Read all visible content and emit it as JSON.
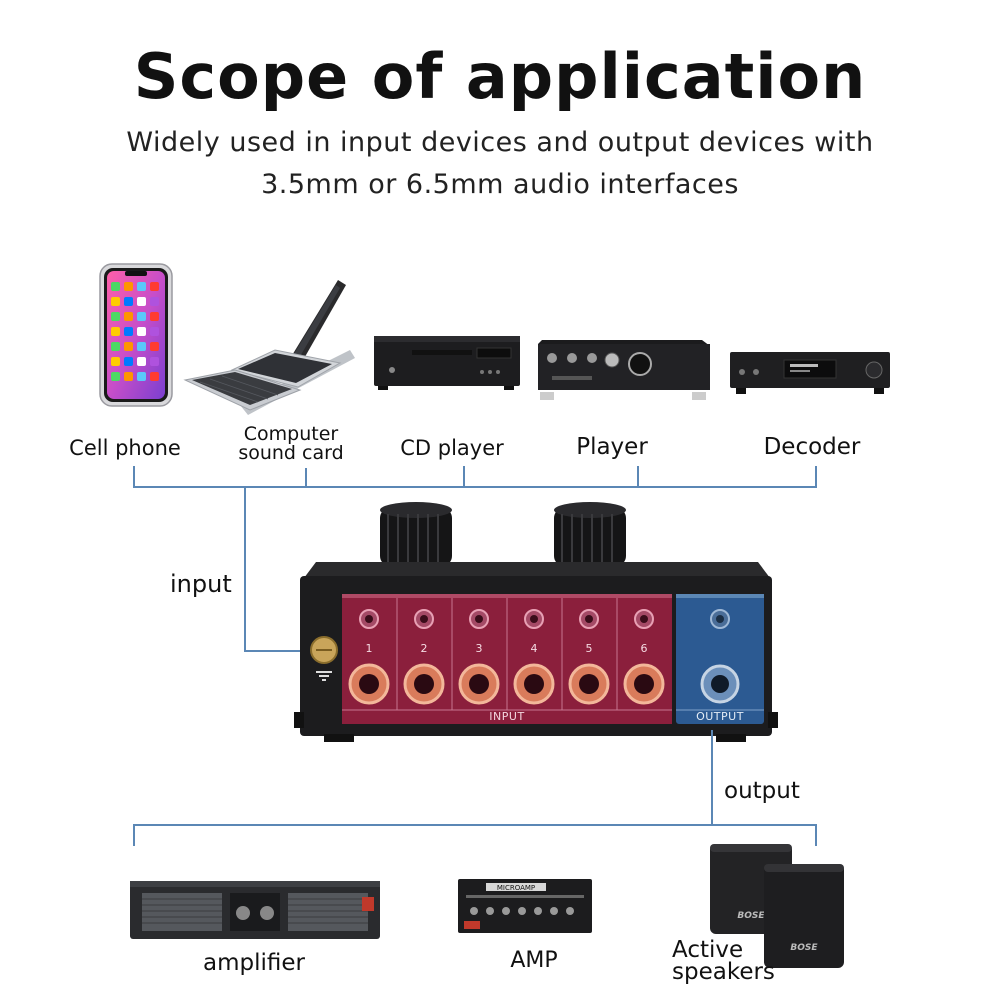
{
  "header": {
    "title": "Scope of application",
    "subtitle_line1": "Widely used in input devices and output devices with",
    "subtitle_line2": "3.5mm or 6.5mm audio interfaces"
  },
  "input_devices": [
    {
      "label": "Cell phone"
    },
    {
      "label_line1": "Computer",
      "label_line2": "sound card"
    },
    {
      "label": "CD player"
    },
    {
      "label": "Player"
    },
    {
      "label": "Decoder"
    }
  ],
  "connections": {
    "input_label": "input",
    "output_label": "output"
  },
  "switcher": {
    "port_numbers": [
      "1",
      "2",
      "3",
      "4",
      "5",
      "6"
    ],
    "input_panel_label": "INPUT",
    "output_panel_label": "OUTPUT"
  },
  "output_devices": [
    {
      "label": "amplifier"
    },
    {
      "label": "AMP"
    },
    {
      "label_line1": "Active",
      "label_line2": "speakers"
    }
  ],
  "device_text": {
    "amp_brand": "MICROAMP",
    "speaker_brand": "BOSE"
  },
  "colors": {
    "connector_line": "#5b87b5",
    "input_panel": "#8b1f3c",
    "output_panel": "#2c5a92",
    "device_body": "#1c1c1e"
  }
}
